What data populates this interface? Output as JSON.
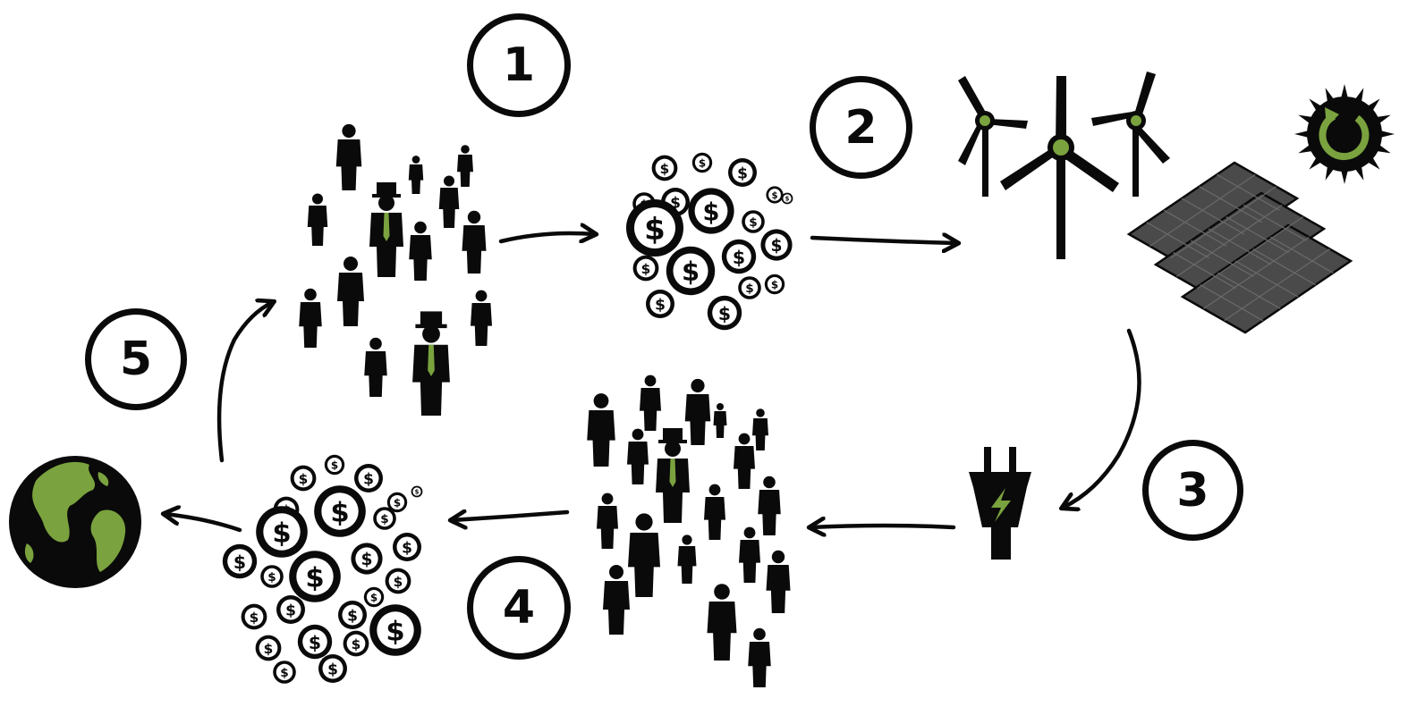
{
  "colors": {
    "ink": "#0a0a0a",
    "accent_green": "#7aa23e",
    "panel_gray": "#4a4a4a",
    "background": "#ffffff"
  },
  "steps": [
    {
      "label": "1"
    },
    {
      "label": "2"
    },
    {
      "label": "3"
    },
    {
      "label": "4"
    },
    {
      "label": "5"
    }
  ],
  "icons": {
    "investors": "people-group-icon",
    "money_in": "coin-cluster-icon",
    "wind": "wind-turbine-icon",
    "sun": "sun-icon",
    "solar": "solar-panel-icon",
    "plug": "power-plug-icon",
    "consumers": "people-group-icon",
    "money_out": "coin-cluster-icon",
    "earth": "globe-icon"
  }
}
